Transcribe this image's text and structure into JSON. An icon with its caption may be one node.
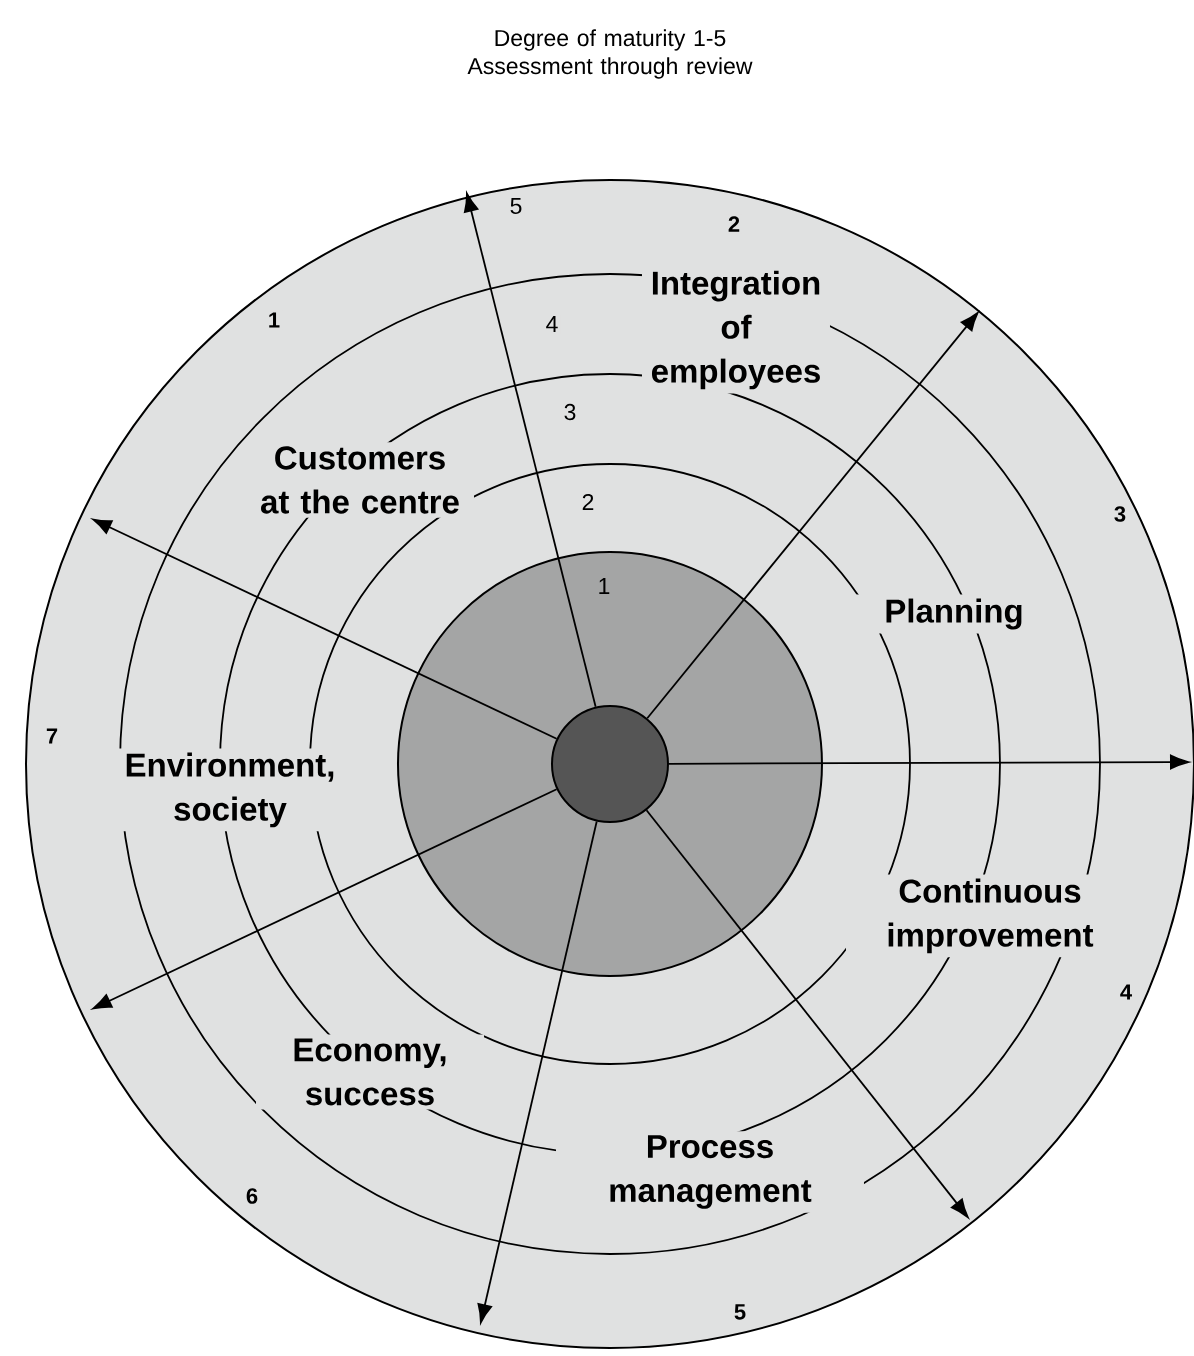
{
  "diagram": {
    "title": "Degree of maturity 1-5 Assessment through review",
    "nodes": [
      {
        "text": [],
        "shape": "circle"
      },
      {
        "text": [],
        "shape": "circle",
        "in": 0
      },
      {
        "text": [],
        "shape": "circle",
        "in": 1
      }
    ],
    "edges": [
      {
        "from": 2,
        "to": null,
        "arrow": "to"
      },
      {
        "from": 2,
        "to": null,
        "arrow": "to"
      },
      {
        "from": 2,
        "to": null,
        "arrow": "to"
      },
      {
        "from": 2,
        "to": null,
        "arrow": "to"
      },
      {
        "from": 2,
        "to": null,
        "arrow": "to"
      },
      {
        "from": 2,
        "to": null,
        "arrow": "to"
      },
      {
        "from": 2,
        "to": null,
        "arrow": "to"
      }
    ],
    "labels": [
      "5",
      "2",
      "1",
      "Integration of employees",
      "4",
      "3",
      "Customers at the centre",
      "2",
      "3",
      "1",
      "Planning",
      "7",
      "Environment, society",
      "Continuous improvement",
      "4",
      "Economy, success",
      "Process management",
      "6",
      "5"
    ]
  }
}
